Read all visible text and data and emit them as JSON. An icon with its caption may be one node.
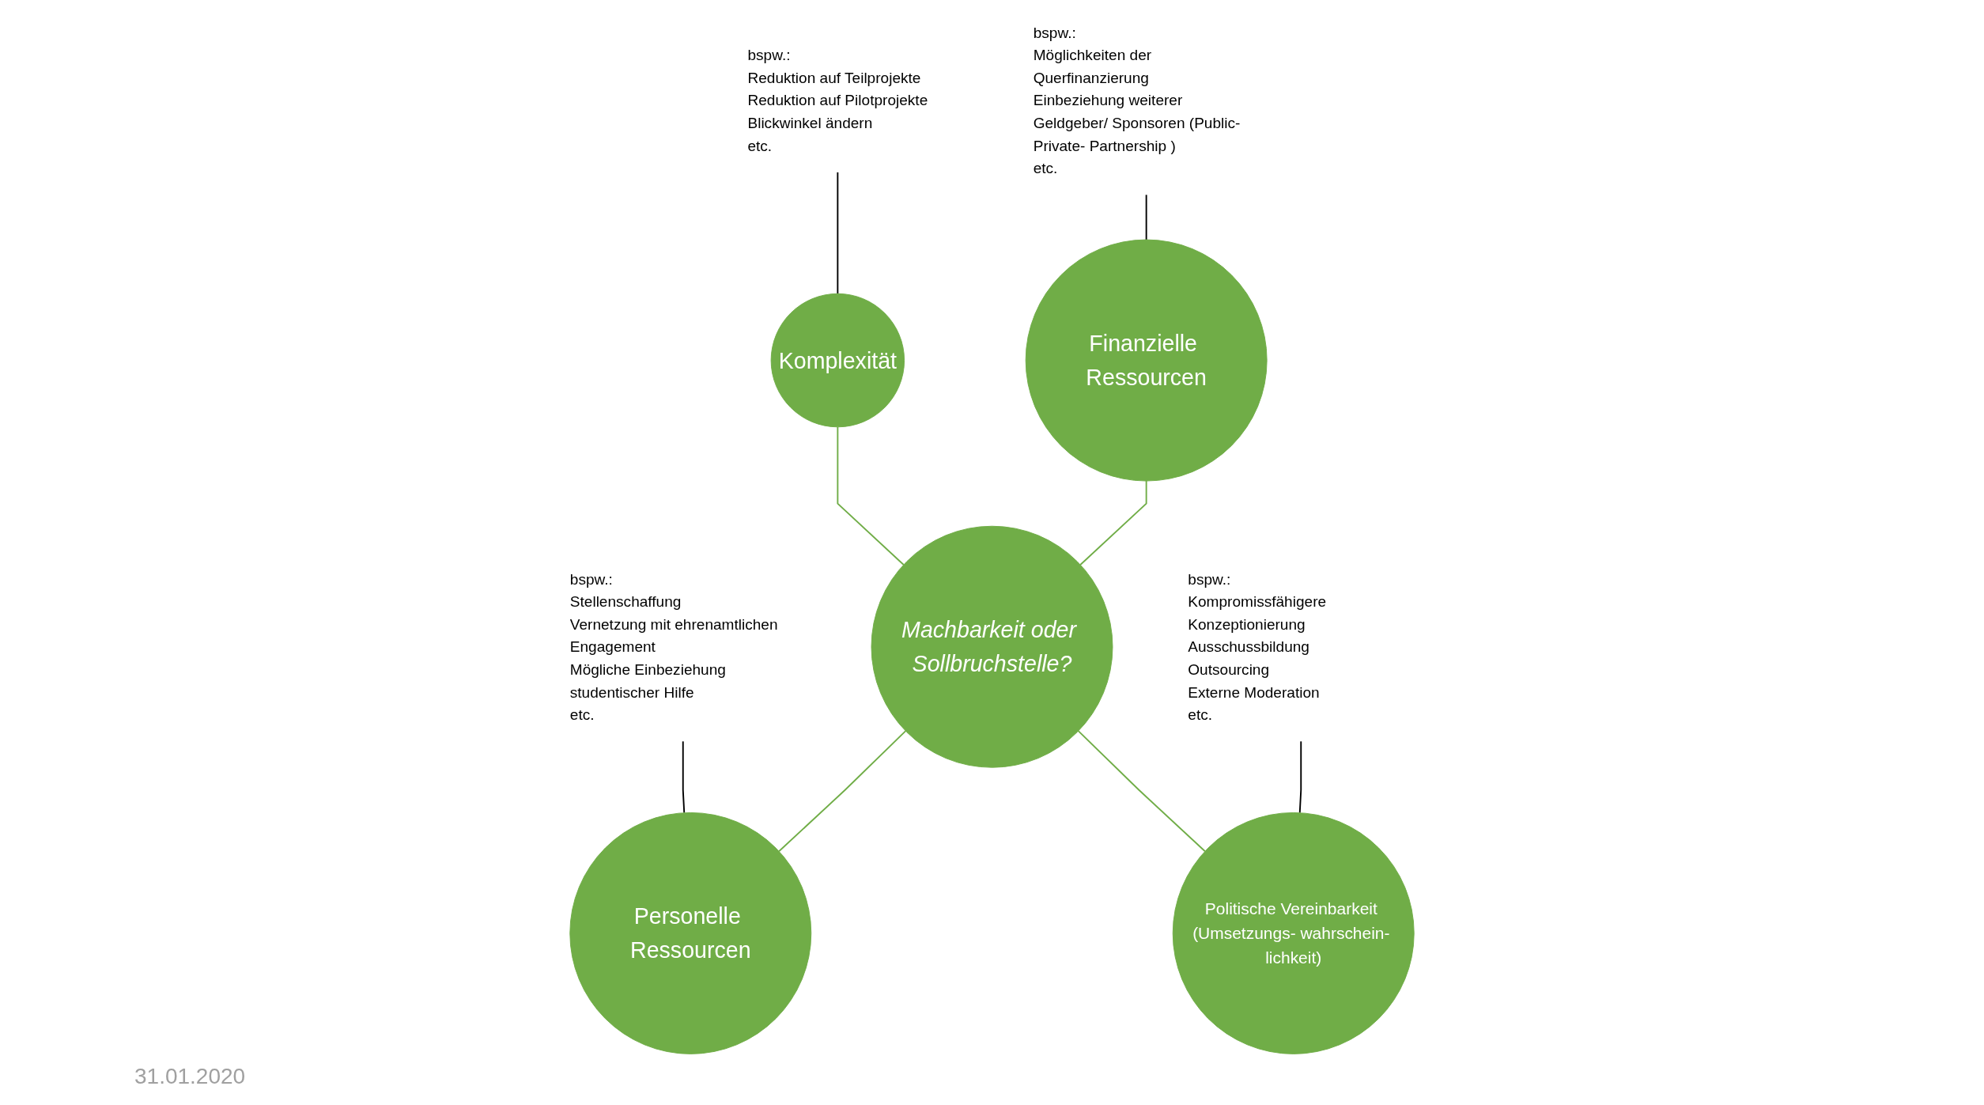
{
  "diagram": {
    "nodes": [
      {
        "text": [
          "bspw.:",
          "Reduktion auf Teilprojekte",
          "Reduktion auf Pilotprojekte",
          "Blickwinkel ändern",
          "etc."
        ]
      },
      {
        "text": [
          "Komplexität"
        ]
      },
      {
        "text": [
          "bspw.:",
          "Möglichkeiten der Querfinanzierung",
          "Einbeziehung weiterer Geldgeber/ Sponsoren (Public-Private- Partnership )",
          "etc."
        ]
      },
      {
        "text": [
          "bspw.:",
          "Stellenschaffung",
          "Vernetzung mit ehrenamtlichen Engagement",
          "Mögliche Einbeziehung studentischer Hilfe",
          "etc."
        ]
      },
      {
        "text": [
          "Finanzielle Ressourcen"
        ]
      },
      {
        "text": [
          "Machbarkeit oder Sollbruchstelle?"
        ]
      },
      {
        "text": [
          "Personelle Ressourcen"
        ]
      },
      {
        "text": [
          "bspw.:",
          "Kompromissfähigere Konzeptionierung",
          "Ausschussbildung",
          "Outsourcing",
          "Externe Moderation",
          "etc."
        ]
      },
      {
        "text": [
          "Politische Vereinbarkeit (Umsetzungs- wahrschein- lichkeit)"
        ]
      }
    ],
    "edges": [
      {
        "from": 1,
        "to": 5,
        "arrow": "none",
        "color": "#70ad47"
      },
      {
        "from": 4,
        "to": 5,
        "arrow": "none",
        "color": "#70ad47"
      },
      {
        "from": 5,
        "to": 6,
        "arrow": "none",
        "color": "#70ad47"
      },
      {
        "from": 5,
        "to": 8,
        "arrow": "none",
        "color": "#70ad47"
      },
      {
        "from": 0,
        "to": 1,
        "arrow": "none",
        "color": "#000000"
      },
      {
        "from": 2,
        "to": 4,
        "arrow": "none",
        "color": "#000000"
      },
      {
        "from": 3,
        "to": 6,
        "arrow": "none",
        "color": "#000000"
      },
      {
        "from": 7,
        "to": 8,
        "arrow": "none",
        "color": "#000000"
      }
    ],
    "labels": [
      "31.01.2020"
    ]
  }
}
